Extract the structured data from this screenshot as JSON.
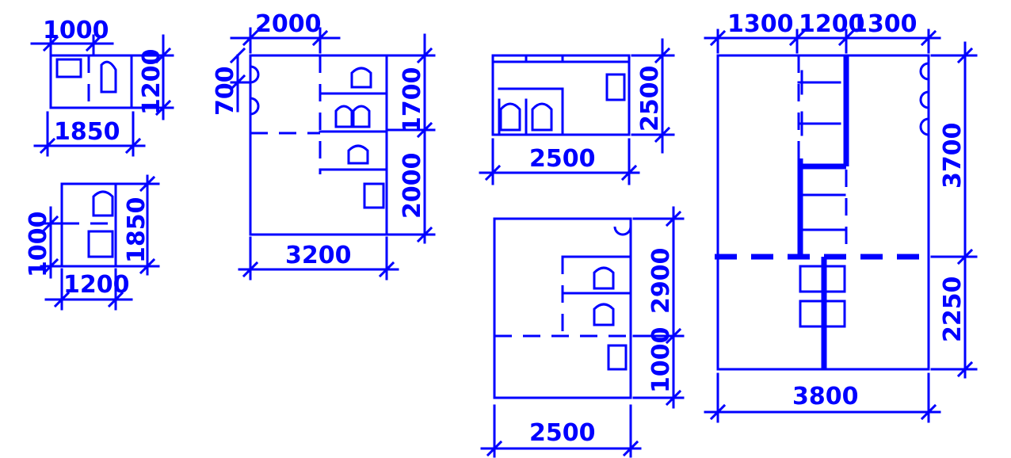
{
  "colors": {
    "line": "#0000ff",
    "background": "#ffffff"
  },
  "plans": {
    "small_a": {
      "top": "1000",
      "side": "1200",
      "bottom": "1850"
    },
    "small_b": {
      "side_left": "1000",
      "side_right": "1850",
      "bottom": "1200"
    },
    "mid": {
      "top": "2000",
      "left": "700",
      "right_top": "1700",
      "right_bottom": "2000",
      "bottom": "3200"
    },
    "upper_right": {
      "right": "2500",
      "bottom": "2500"
    },
    "lower_right": {
      "right_top": "2900",
      "right_bottom": "1000",
      "bottom": "2500"
    },
    "large": {
      "top_1": "1300",
      "top_2": "1200",
      "top_3": "1300",
      "right_top": "3700",
      "right_bottom": "2250",
      "bottom": "3800"
    }
  }
}
